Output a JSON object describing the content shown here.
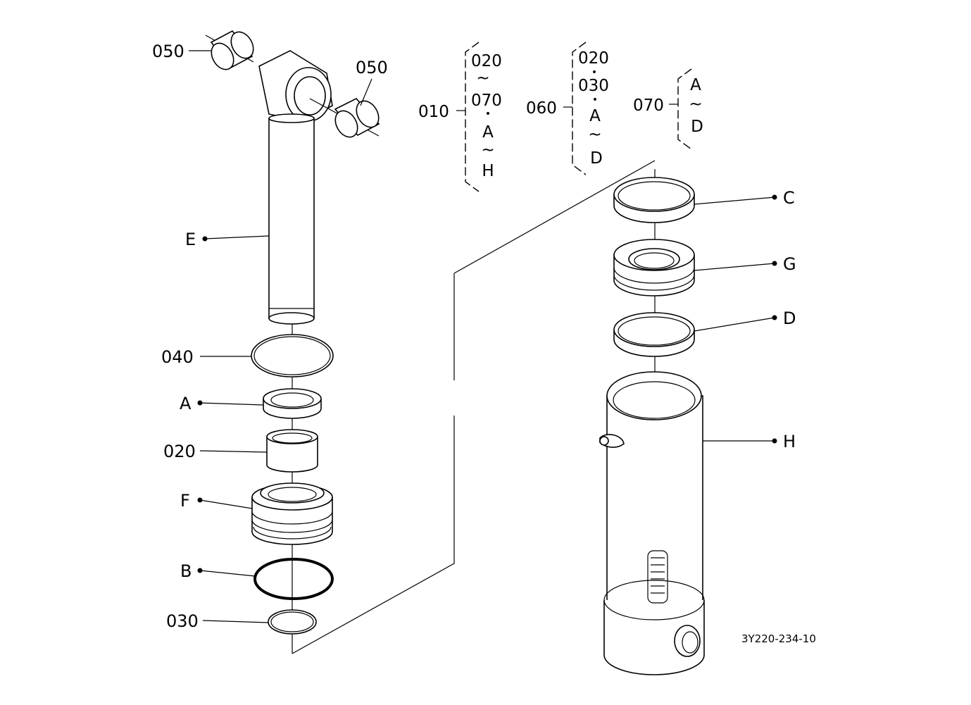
{
  "labels": {
    "bush_left": "050",
    "bush_right": "050",
    "rod": "E",
    "ring_040": "040",
    "seal_a": "A",
    "bush_020": "020",
    "head_f": "F",
    "oring_b": "B",
    "ring_030": "030",
    "ring_c": "C",
    "piston_g": "G",
    "ring_d": "D",
    "tube_h": "H"
  },
  "groups": {
    "g010": {
      "label": "010",
      "lines": [
        "020",
        "~",
        "070",
        "•",
        "A",
        "~",
        "H"
      ]
    },
    "g060": {
      "label": "060",
      "lines": [
        "020",
        "•",
        "030",
        "•",
        "A",
        "~",
        "D"
      ]
    },
    "g070": {
      "label": "070",
      "lines": [
        "A",
        "~",
        "D"
      ]
    }
  },
  "drawing_code": "3Y220-234-10",
  "colors": {
    "ink": "#000000",
    "paper": "#ffffff"
  }
}
